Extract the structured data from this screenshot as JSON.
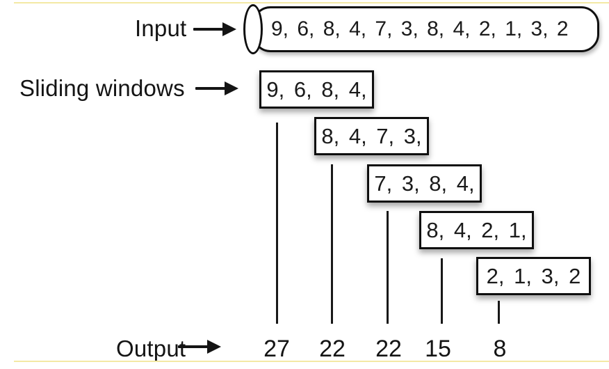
{
  "colors": {
    "accent_line": "#f3e9a4",
    "ink": "#141414",
    "background": "#ffffff"
  },
  "input": {
    "label": "Input",
    "stream": "9, 6, 8, 4, 7, 3, 8, 4, 2, 1, 3, 2"
  },
  "windows": {
    "label": "Sliding windows",
    "items": [
      {
        "text": "9, 6, 8, 4,"
      },
      {
        "text": "8, 4, 7, 3,"
      },
      {
        "text": "7, 3, 8, 4,"
      },
      {
        "text": "8, 4, 2, 1,"
      },
      {
        "text": "2, 1, 3, 2"
      }
    ]
  },
  "output": {
    "label": "Output",
    "values": [
      "27",
      "22",
      "22",
      "15",
      "8"
    ]
  }
}
